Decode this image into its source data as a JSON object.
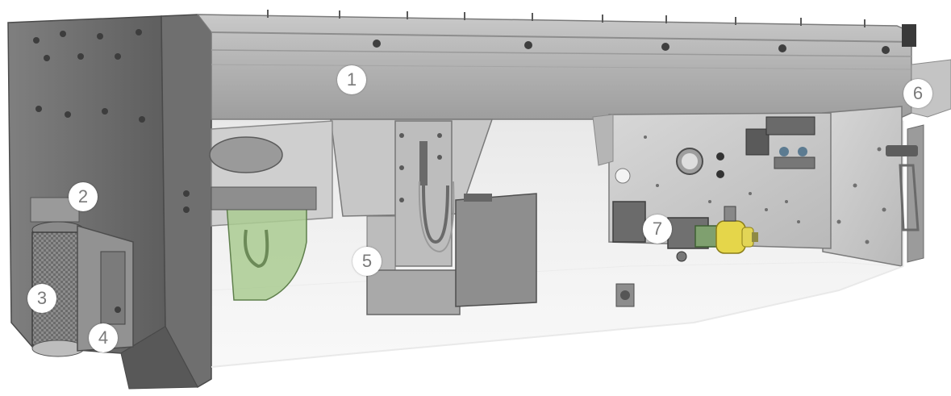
{
  "figure": {
    "callouts": [
      {
        "number": "1"
      },
      {
        "number": "2"
      },
      {
        "number": "3"
      },
      {
        "number": "4"
      },
      {
        "number": "5"
      },
      {
        "number": "6"
      },
      {
        "number": "7"
      }
    ]
  }
}
